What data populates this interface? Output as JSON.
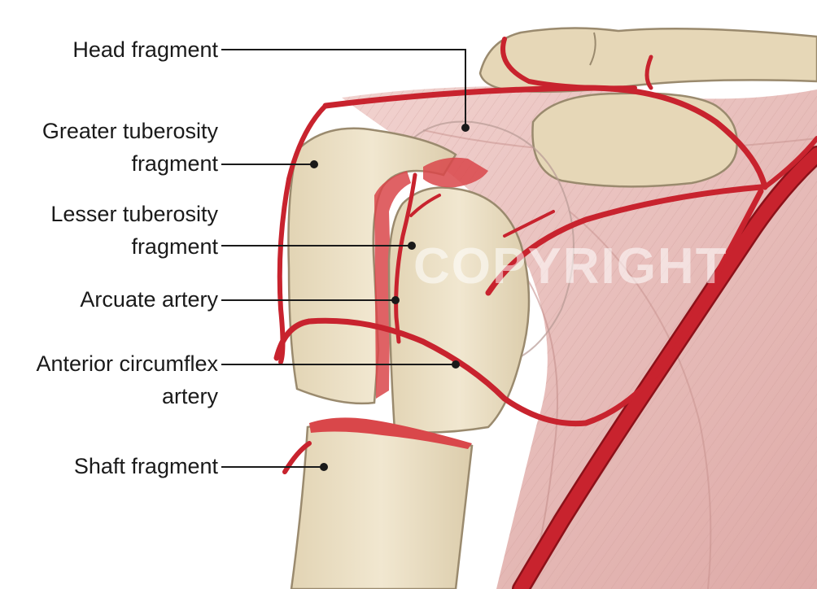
{
  "labels": {
    "head": [
      "Head fragment"
    ],
    "greater": [
      "Greater tuberosity",
      "fragment"
    ],
    "lesser": [
      "Lesser tuberosity",
      "fragment"
    ],
    "arcuate": [
      "Arcuate artery"
    ],
    "anterior": [
      "Anterior circumflex",
      "artery"
    ],
    "shaft": [
      "Shaft fragment"
    ]
  },
  "watermark": "COPYRIGHT",
  "colors": {
    "bone": "#e8dcc0",
    "bone_outline": "#9a8a6e",
    "artery": "#c8232e",
    "artery_outline": "#8c1119",
    "muscle": "#e7bfbd",
    "marrow": "#d9474a",
    "leader": "#1a1a1a"
  }
}
